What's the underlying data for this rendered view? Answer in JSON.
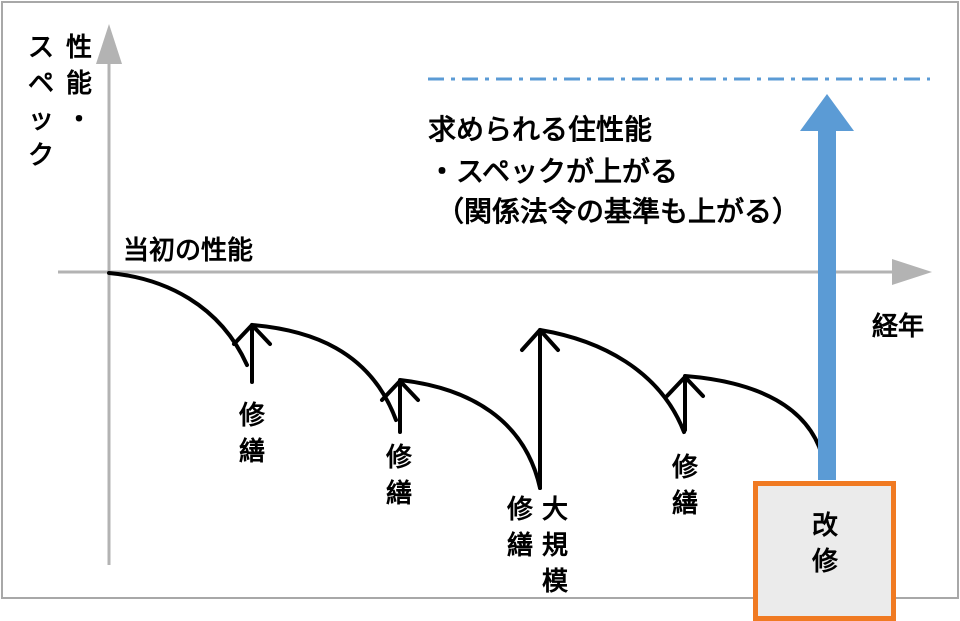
{
  "y_axis_label": [
    "性",
    "能",
    "・",
    "ス",
    "ペ",
    "ッ",
    "ク"
  ],
  "x_axis_label": "経年",
  "initial_performance_label": "当初の性能",
  "required_title": "求められる住性能",
  "required_line1": "・スペックが上がる",
  "required_line2": "（関係法令の基準も上がる）",
  "repairs": [
    {
      "label": [
        "修",
        "繕"
      ]
    },
    {
      "label": [
        "修",
        "繕"
      ]
    },
    {
      "label": [
        "修",
        "繕"
      ]
    },
    {
      "label": [
        "修",
        "繕"
      ]
    }
  ],
  "major_label": [
    "大",
    "規",
    "模"
  ],
  "renovation_label": [
    "改",
    "修"
  ],
  "colors": {
    "axis": "#b3b3b3",
    "curve": "#000000",
    "upgrade_arrow": "#5b9bd5",
    "target_line": "#5b9bd5",
    "renovation_border": "#f07a22",
    "renovation_fill": "#ebebeb"
  }
}
